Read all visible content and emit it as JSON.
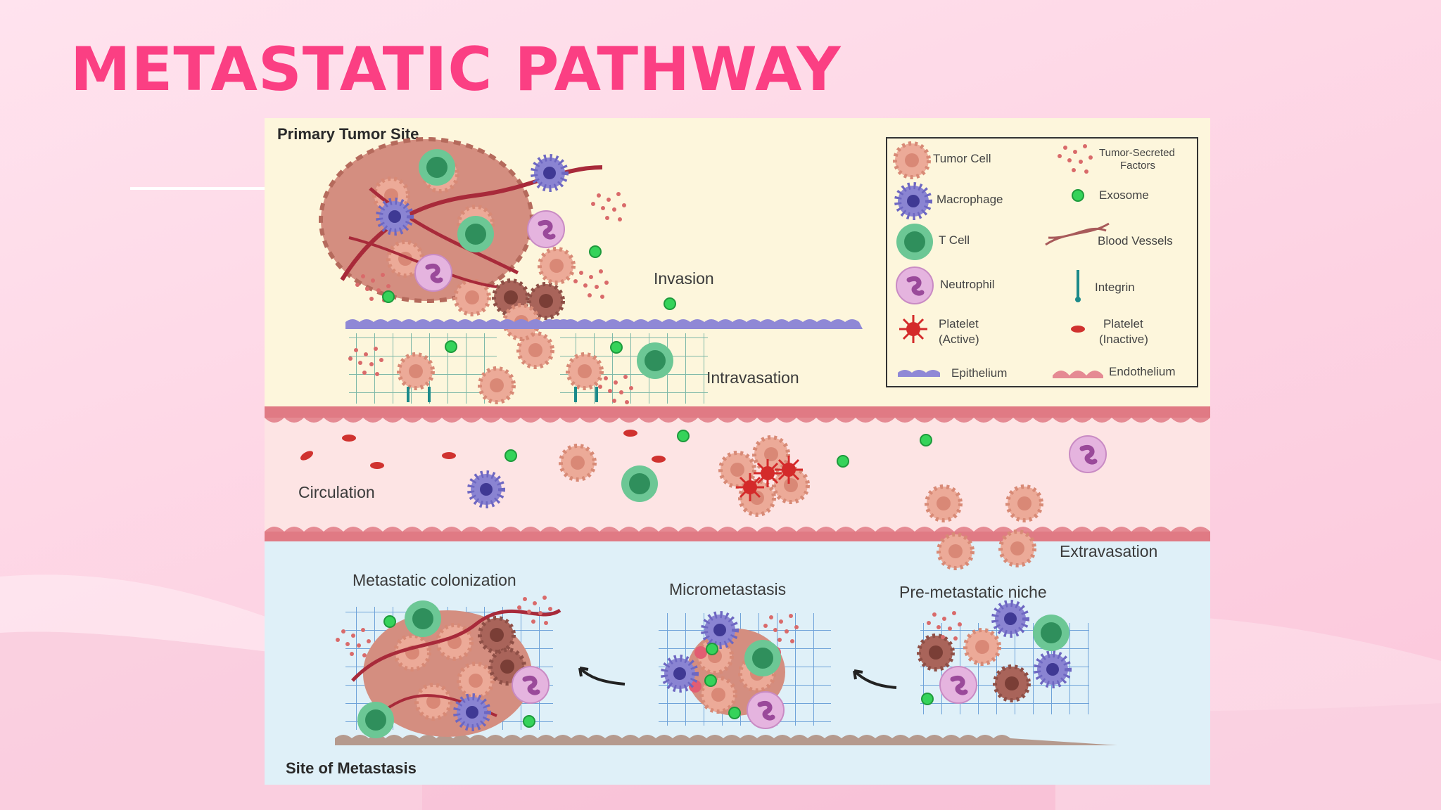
{
  "slide": {
    "title": "METASTATIC PATHWAY",
    "colors": {
      "title": "#fb3f83",
      "background": "#fdd6e5",
      "top_panel": "#fdf6dc",
      "blood_band": "#fde4e4",
      "bottom_panel": "#dff0f8",
      "endothelium": "#e07a84"
    }
  },
  "diagram": {
    "regions": {
      "primary": "Primary Tumor Site",
      "metastasis_site": "Site of Metastasis"
    },
    "steps": {
      "invasion": "Invasion",
      "intravasation": "Intravasation",
      "circulation": "Circulation",
      "extravasation": "Extravasation",
      "colonization": "Metastatic colonization",
      "micrometastasis": "Micrometastasis",
      "niche": "Pre-metastatic niche"
    },
    "legend": {
      "tumor_cell": "Tumor Cell",
      "macrophage": "Macrophage",
      "t_cell": "T Cell",
      "neutrophil": "Neutrophil",
      "platelet_active_1": "Platelet",
      "platelet_active_2": "(Active)",
      "epithelium": "Epithelium",
      "factors_1": "Tumor-Secreted",
      "factors_2": "Factors",
      "exosome": "Exosome",
      "blood_vessels": "Blood Vessels",
      "integrin": "Integrin",
      "platelet_inactive_1": "Platelet",
      "platelet_inactive_2": "(Inactive)",
      "endothelium": "Endothelium"
    }
  }
}
